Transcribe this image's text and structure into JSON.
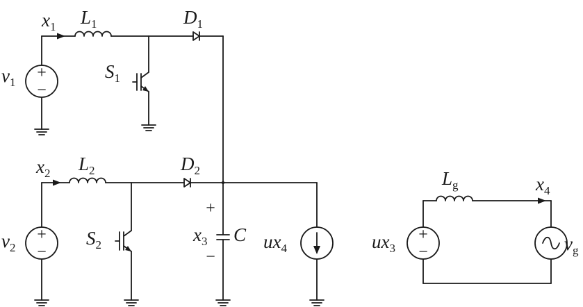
{
  "labels": {
    "x1": {
      "base": "x",
      "sub": "1"
    },
    "L1": {
      "base": "L",
      "sub": "1"
    },
    "D1": {
      "base": "D",
      "sub": "1"
    },
    "v1": {
      "base": "v",
      "sub": "1"
    },
    "S1": {
      "base": "S",
      "sub": "1"
    },
    "x2": {
      "base": "x",
      "sub": "2"
    },
    "L2": {
      "base": "L",
      "sub": "2"
    },
    "D2": {
      "base": "D",
      "sub": "2"
    },
    "v2": {
      "base": "v",
      "sub": "2"
    },
    "S2": {
      "base": "S",
      "sub": "2"
    },
    "x3": {
      "base": "x",
      "sub": "3"
    },
    "C": {
      "base": "C"
    },
    "ux4": {
      "base": "ux",
      "sub": "4"
    },
    "Lg": {
      "base": "L",
      "sub": "g"
    },
    "x4": {
      "base": "x",
      "sub": "4"
    },
    "ux3": {
      "base": "ux",
      "sub": "3"
    },
    "vg": {
      "base": "v",
      "sub": "g"
    }
  },
  "signs": {
    "plus": "+",
    "minus": "−"
  }
}
